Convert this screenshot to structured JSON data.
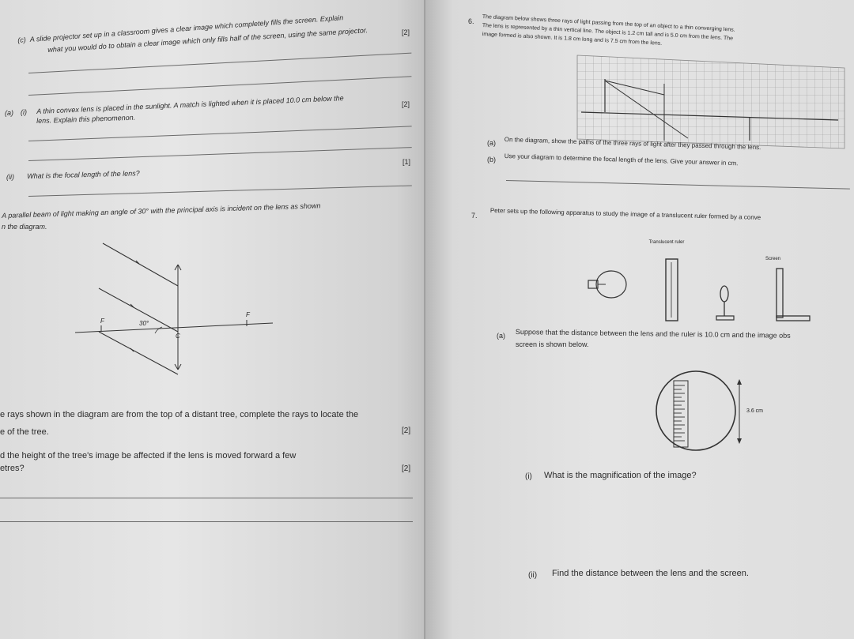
{
  "left_page": {
    "q_c_label": "(c)",
    "q_c_text1": "A slide projector set up in a classroom gives a clear image which completely fills the screen. Explain",
    "q_c_text2": "what you would do to obtain a clear image which only fills half of the screen, using the same projector.",
    "q_c_marks": "[2]",
    "q_a_label": "(a)",
    "q_a_i_label": "(i)",
    "q_a_i_text1": "A thin convex lens is placed in the sunlight. A match is lighted when it is placed 10.0 cm below the",
    "q_a_i_text2": "lens. Explain this phenomenon.",
    "q_a_i_marks": "[2]",
    "q_a_ii_label": "(ii)",
    "q_a_ii_text": "What is the focal length of the lens?",
    "q_a_ii_marks": "[1]",
    "q_b_text1": "A parallel beam of light making an angle of 30° with the principal axis is incident on the lens as shown",
    "q_b_text2": "n the diagram.",
    "diagram_labels": {
      "f_left": "F",
      "f_right": "F",
      "angle": "30°",
      "centre": "C"
    },
    "q_b_i_text1": "e rays shown in the diagram are from the top of a distant tree, complete the rays to locate the",
    "q_b_i_text2": "e of the tree.",
    "q_b_i_marks": "[2]",
    "q_b_ii_text1": "d the height of the tree's image be affected if the lens is moved forward a few",
    "q_b_ii_text2": "etres?",
    "q_b_ii_marks": "[2]"
  },
  "right_page": {
    "q6_number": "6.",
    "q6_text1": "The diagram below shows three rays of light passing from the top of an object to a thin converging lens.",
    "q6_text2": "The lens is represented by a thin vertical line. The object is 1.2 cm tall and is 5.0 cm from the lens. The",
    "q6_text3": "image formed is also shown. It is 1.8 cm long and is 7.5 cm from the lens.",
    "q6_a_label": "(a)",
    "q6_a_text": "On the diagram, show the paths of the three rays of light after they passed through the lens.",
    "q6_b_label": "(b)",
    "q6_b_text": "Use your diagram to determine the focal length of the lens. Give your answer in cm.",
    "q7_number": "7.",
    "q7_text": "Peter sets up the following apparatus to study the image of a translucent ruler formed by a conve",
    "apparatus_labels": {
      "ruler": "Translucent ruler",
      "screen": "Screen"
    },
    "q7_a_label": "(a)",
    "q7_a_text1": "Suppose that the distance between the lens and the ruler is 10.0 cm and the image obs",
    "q7_a_text2": "screen is shown below.",
    "image_size_label": "3.6 cm",
    "q7_a_i_label": "(i)",
    "q7_a_i_text": "What is the magnification of the image?",
    "q7_a_ii_label": "(ii)",
    "q7_a_ii_text": "Find the distance between the lens and the screen."
  }
}
